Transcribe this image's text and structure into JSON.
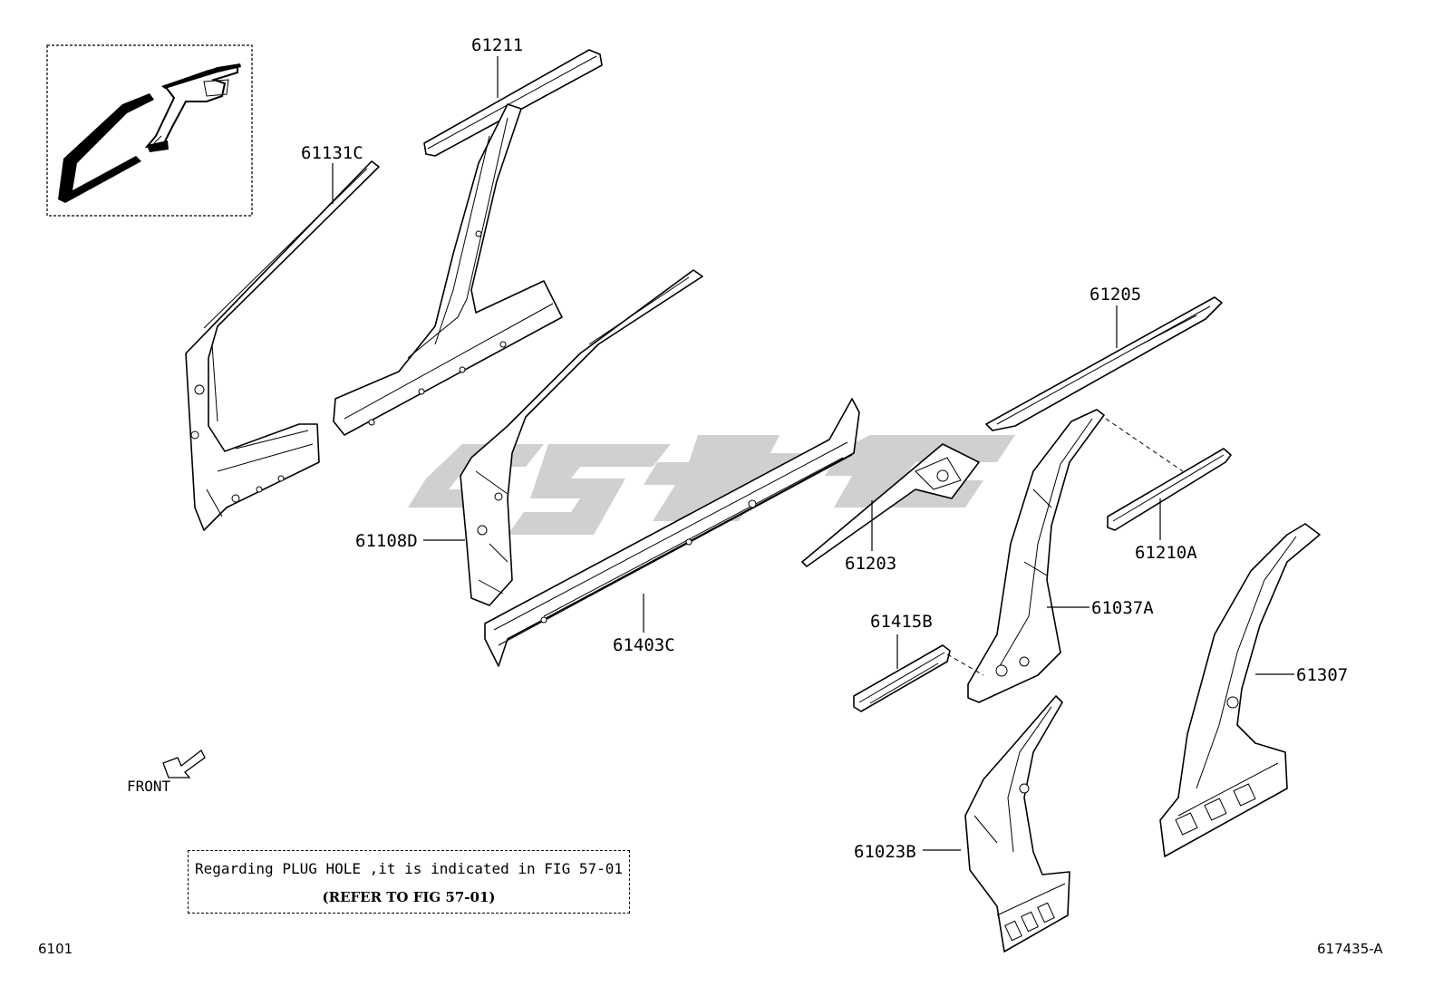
{
  "part_labels": {
    "p61211": "61211",
    "p61131C": "61131C",
    "p61205": "61205",
    "p61108D": "61108D",
    "p61203": "61203",
    "p61210A": "61210A",
    "p61403C": "61403C",
    "p61415B": "61415B",
    "p61037A": "61037A",
    "p61307": "61307",
    "p61023B": "61023B"
  },
  "front_label": "FRONT",
  "note": {
    "line1": "Regarding PLUG HOLE ,it is indicated in FIG 57-01",
    "line2": "(REFER TO FIG 57-01)"
  },
  "footer": {
    "left_code": "6101",
    "right_code": "617435-A"
  },
  "watermark_text": "GSGC",
  "colors": {
    "line": "#000000",
    "watermark": "#c8c8c8",
    "background": "#ffffff"
  }
}
